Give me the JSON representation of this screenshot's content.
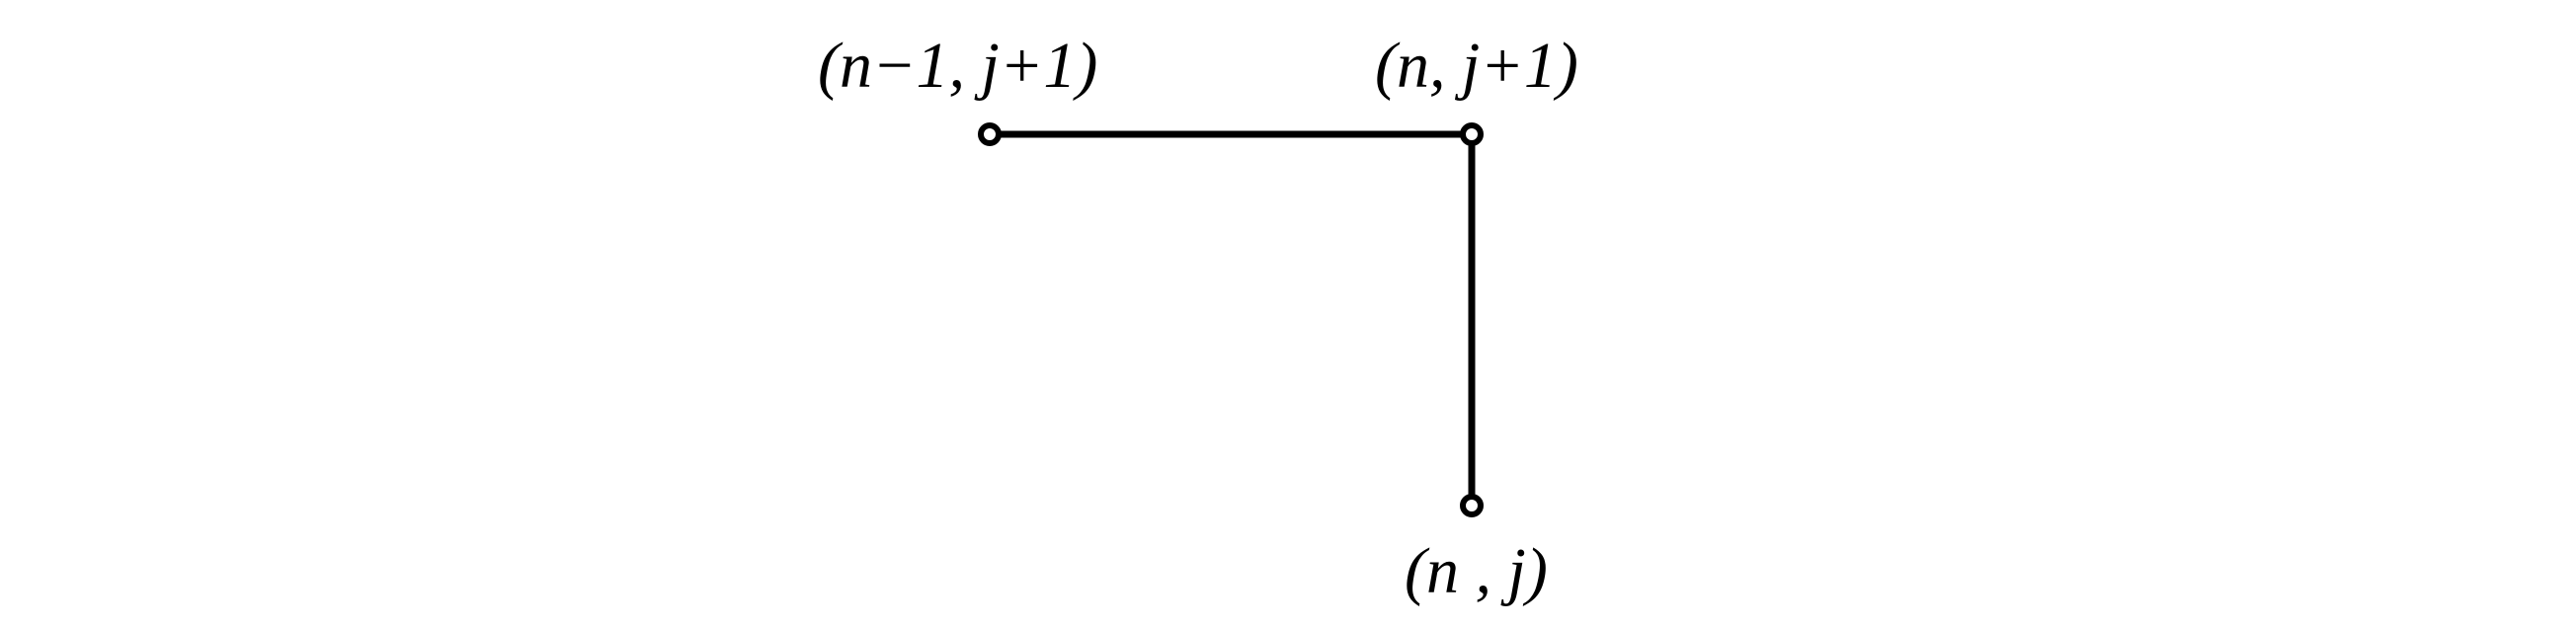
{
  "diagram": {
    "nodes": [
      {
        "id": "top-left",
        "label": "(n−1, j+1)"
      },
      {
        "id": "top-right",
        "label": "(n, j+1)"
      },
      {
        "id": "bottom",
        "label": "(n , j)"
      }
    ],
    "edges": [
      {
        "from": "top-left",
        "to": "top-right"
      },
      {
        "from": "top-right",
        "to": "bottom"
      }
    ]
  }
}
